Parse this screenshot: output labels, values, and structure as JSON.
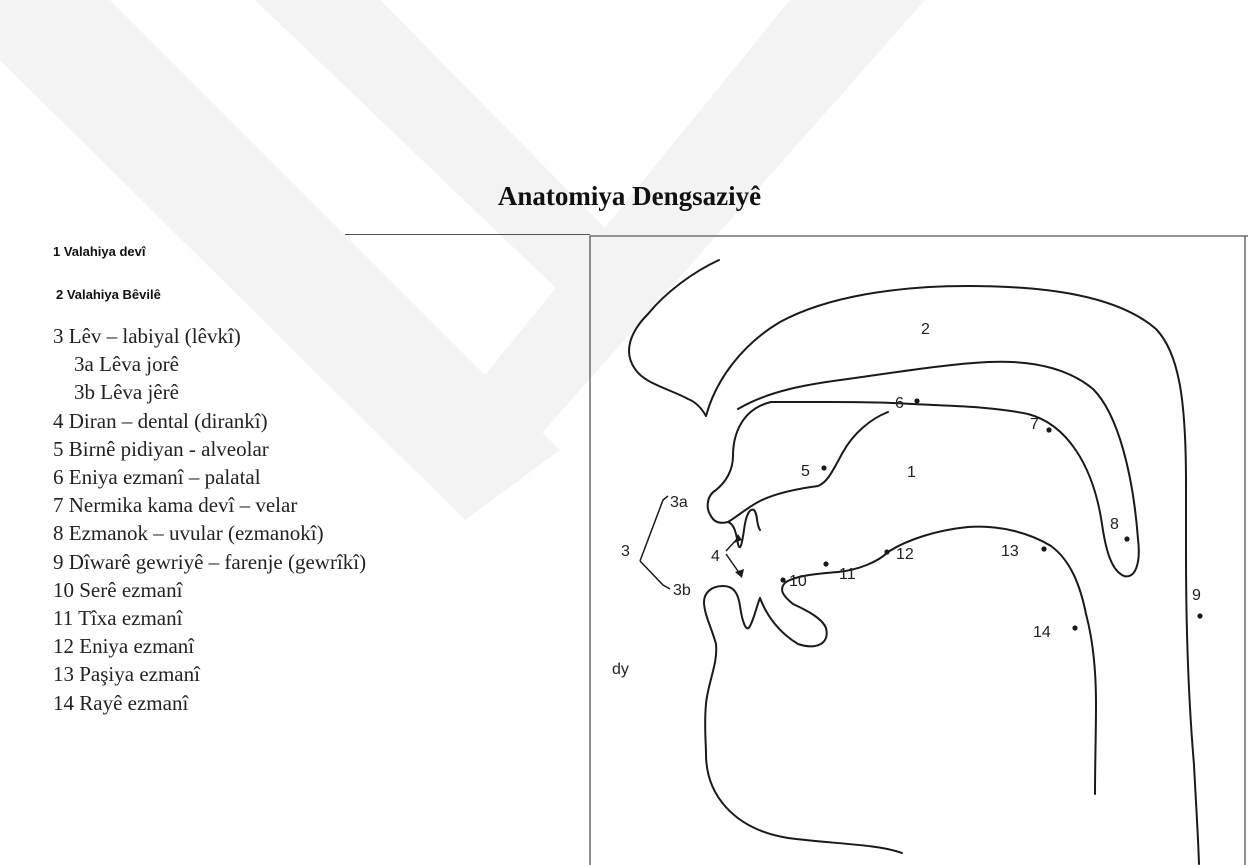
{
  "title": "Anatomiya Dengsaziyê",
  "legend_header": [
    "1 Valahiya devî",
    "2 Valahiya Bêvilê"
  ],
  "legend": [
    {
      "text": "3  Lêv – labiyal (lêvkî)",
      "sub": false
    },
    {
      "text": "3a Lêva jorê",
      "sub": true
    },
    {
      "text": "3b Lêva jêrê",
      "sub": true
    },
    {
      "text": "4  Diran – dental (dirankî)",
      "sub": false
    },
    {
      "text": "5  Birnê pidiyan - alveolar",
      "sub": false
    },
    {
      "text": "6  Eniya ezmanî – palatal",
      "sub": false
    },
    {
      "text": "7  Nermika kama devî – velar",
      "sub": false
    },
    {
      "text": "8  Ezmanok – uvular (ezmanokî)",
      "sub": false
    },
    {
      "text": "9  Dîwarê gewriyê – farenje (gewrîkî)",
      "sub": false
    },
    {
      "text": "10 Serê ezmanî",
      "sub": false
    },
    {
      "text": "11 Tîxa ezmanî",
      "sub": false
    },
    {
      "text": "12 Eniya ezmanî",
      "sub": false
    },
    {
      "text": "13 Paşiya ezmanî",
      "sub": false
    },
    {
      "text": "14 Rayê ezmanî",
      "sub": false
    }
  ],
  "diagram_labels": {
    "n1": "1",
    "n2": "2",
    "n3": "3",
    "n3a": "3a",
    "n3b": "3b",
    "n4": "4",
    "n5": "5",
    "n6": "6",
    "n7": "7",
    "n8": "8",
    "n9": "9",
    "n10": "10",
    "n11": "11",
    "n12": "12",
    "n13": "13",
    "n14": "14",
    "dy": "dy"
  },
  "colors": {
    "line": "#1a1a1a",
    "frame": "#555555",
    "watermark": "#f2f2f2"
  }
}
